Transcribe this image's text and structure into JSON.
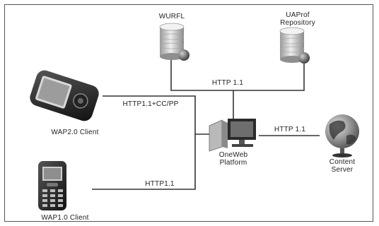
{
  "nodes": {
    "wurfl": "WURFL",
    "uaprof_line1": "UAProf",
    "uaprof_line2": "Repository",
    "wap20": "WAP2.0 Client",
    "wap10": "WAP1.0 Client",
    "onewebl1": "OneWeb",
    "onewebl2": "Platform",
    "content_l1": "Content",
    "content_l2": "Server"
  },
  "links": {
    "repo_link": "HTTP 1.1",
    "wap20_link": "HTTP1.1+CC/PP",
    "wap10_link": "HTTP1.1",
    "server_link": "HTTP 1.1"
  },
  "colors": {
    "line": "#333333",
    "db_body": "#cfcfcf",
    "globe": "#6b6b6b"
  }
}
